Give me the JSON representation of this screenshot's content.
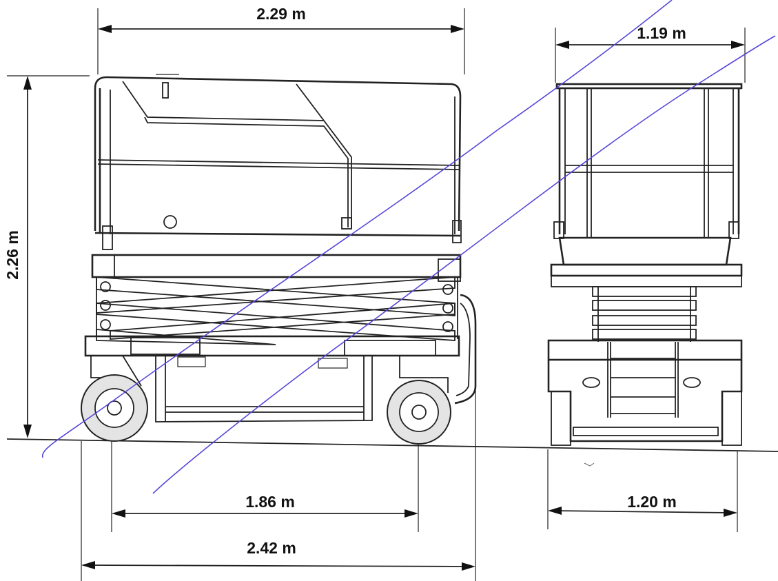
{
  "dimensions": {
    "platform_length": "2.29 m",
    "platform_width": "1.19 m",
    "stowed_height": "2.26 m",
    "wheelbase": "1.86 m",
    "overall_length": "2.42 m",
    "overall_width": "1.20 m"
  },
  "colors": {
    "line": "#222222",
    "annotation_pen": "#5547d9",
    "tire": "#e4e4e4"
  }
}
